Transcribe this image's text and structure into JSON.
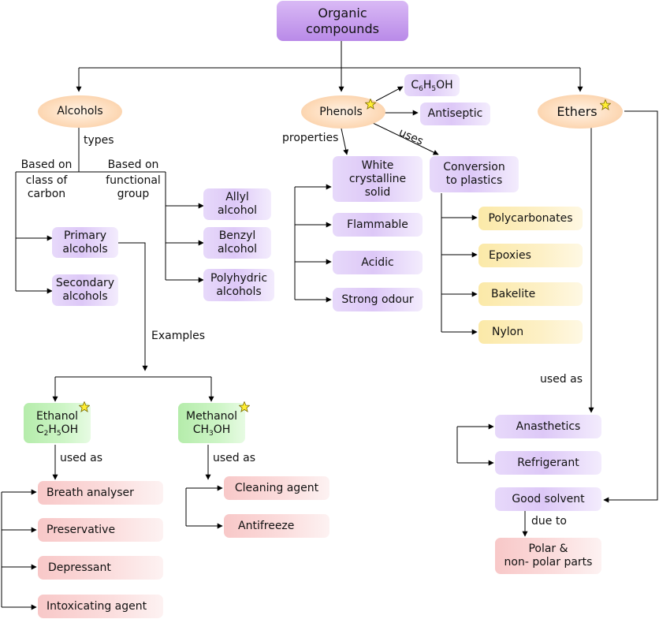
{
  "root": {
    "line1": "Organic",
    "line2": "compounds"
  },
  "alcohols": {
    "title": "Alcohols",
    "types_label": "types",
    "class_label": {
      "line1": "Based on",
      "line2": "class of",
      "line3": "carbon"
    },
    "group_label": {
      "line1": "Based on",
      "line2": "functional",
      "line3": "group"
    },
    "primary": {
      "line1": "Primary",
      "line2": "alcohols"
    },
    "secondary": {
      "line1": "Secondary",
      "line2": "alcohols"
    },
    "allyl": {
      "line1": "Allyl",
      "line2": "alcohol"
    },
    "benzyl": {
      "line1": "Benzyl",
      "line2": "alcohol"
    },
    "polyhydric": {
      "line1": "Polyhydric",
      "line2": "alcohols"
    },
    "examples_label": "Examples",
    "ethanol": {
      "name": "Ethanol",
      "formula_c": "C",
      "formula_c_sub": "2",
      "formula_h": "H",
      "formula_h_sub": "5",
      "formula_oh": "OH"
    },
    "methanol": {
      "name": "Methanol",
      "formula_c": "CH",
      "formula_c_sub": "3",
      "formula_oh": "OH"
    },
    "ethanol_used_label": "used as",
    "methanol_used_label": "used as",
    "ethanol_uses": [
      "Breath analyser",
      "Preservative",
      "Depressant",
      "Intoxicating agent"
    ],
    "methanol_uses": [
      "Cleaning agent",
      "Antifreeze"
    ]
  },
  "phenols": {
    "title": "Phenols",
    "formula": {
      "c": "C",
      "c_sub": "6",
      "h": "H",
      "h_sub": "5",
      "oh": "OH"
    },
    "antiseptic": "Antiseptic",
    "properties_label": "properties",
    "uses_label": "uses",
    "properties": {
      "white": {
        "line1": "White",
        "line2": "crystalline",
        "line3": "solid"
      },
      "items": [
        "Flammable",
        "Acidic",
        "Strong odour"
      ]
    },
    "conversion": {
      "line1": "Conversion",
      "line2": "to plastics"
    },
    "plastics": [
      "Polycarbonates",
      "Epoxies",
      "Bakelite",
      "Nylon"
    ]
  },
  "ethers": {
    "title": "Ethers",
    "used_label": "used as",
    "uses": [
      "Anasthetics",
      "Refrigerant"
    ],
    "solvent": "Good solvent",
    "due_label": "due to",
    "polar": {
      "line1": "Polar &",
      "line2": "non- polar parts"
    }
  },
  "colors": {
    "purple": "#ddc8f7",
    "yellow": "#fdf0c6",
    "pink": "#fbdcdc",
    "green": "#cdf5c6",
    "oval": "#fddab8",
    "root": "#c9a2ef",
    "star": "#ffee33"
  }
}
